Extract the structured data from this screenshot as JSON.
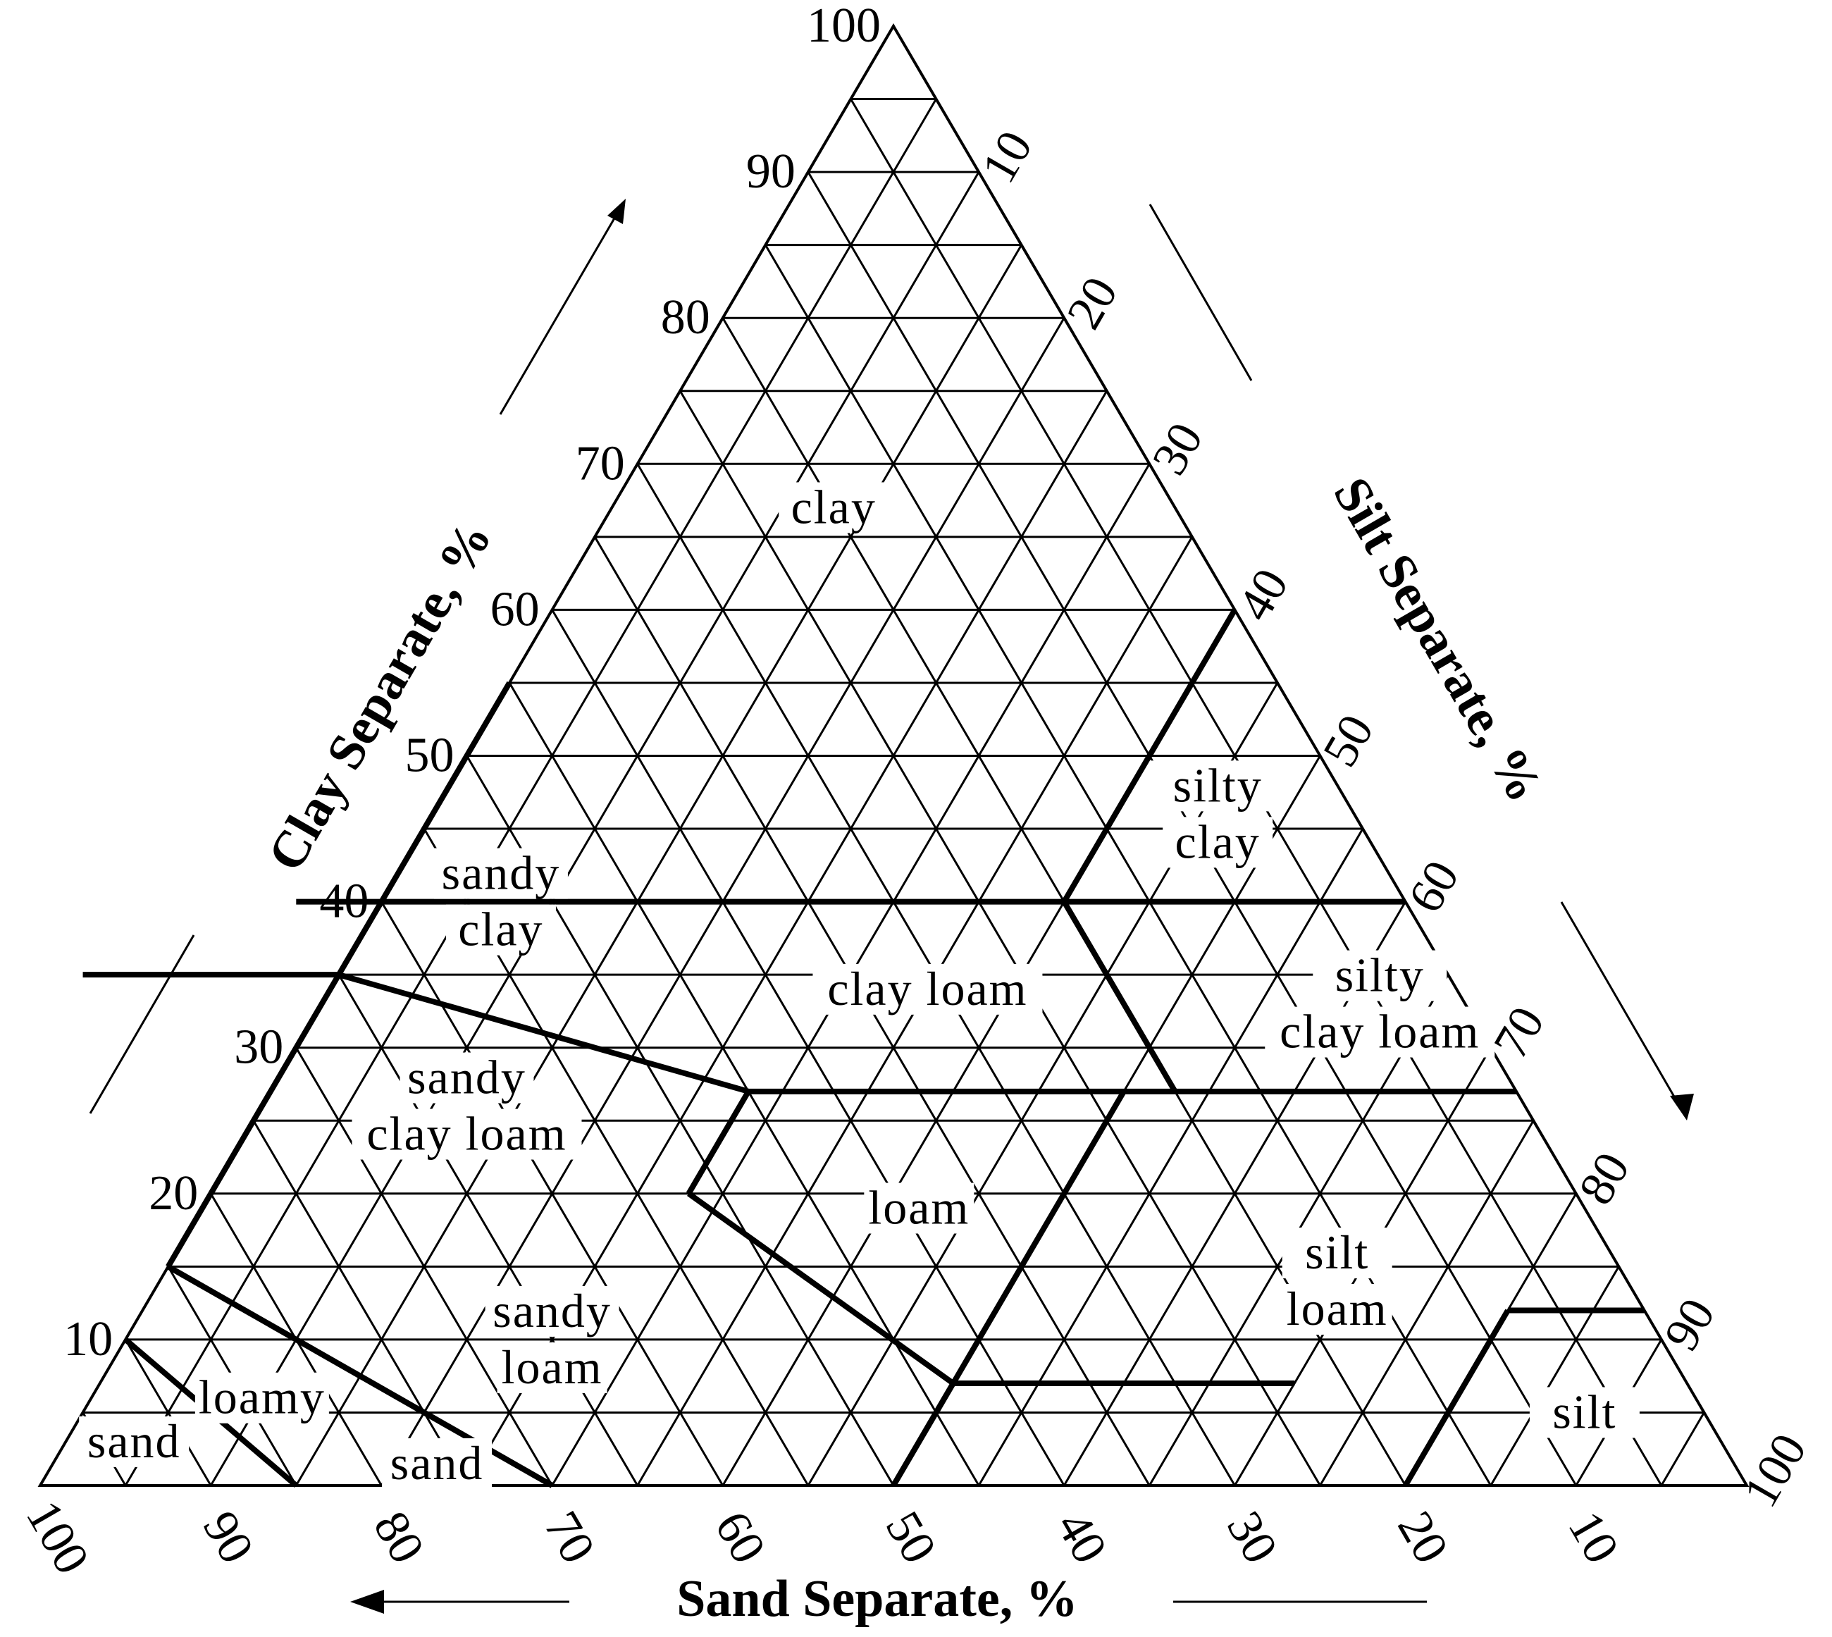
{
  "chart_data": {
    "type": "ternary",
    "axes": {
      "clay": {
        "title": "Clay Separate, %",
        "ticks": [
          "10",
          "20",
          "30",
          "40",
          "50",
          "60",
          "70",
          "80",
          "90",
          "100"
        ]
      },
      "silt": {
        "title": "Silt Separate, %",
        "ticks": [
          "10",
          "20",
          "30",
          "40",
          "50",
          "60",
          "70",
          "80",
          "90",
          "100"
        ]
      },
      "sand": {
        "title": "Sand Separate, %",
        "ticks": [
          "100",
          "90",
          "80",
          "70",
          "60",
          "50",
          "40",
          "30",
          "20",
          "10"
        ]
      }
    },
    "grid_step": 5,
    "classes": [
      {
        "name": "clay",
        "lines": [
          "clay"
        ],
        "at": [
          20,
          67
        ]
      },
      {
        "name": "silty clay",
        "lines": [
          "silty",
          "clay"
        ],
        "at": [
          8,
          46
        ]
      },
      {
        "name": "sandy clay",
        "lines": [
          "sandy",
          "clay"
        ],
        "at": [
          53,
          40
        ]
      },
      {
        "name": "clay loam",
        "lines": [
          "clay loam"
        ],
        "at": [
          31,
          34
        ]
      },
      {
        "name": "silty clay loam",
        "lines": [
          "silty",
          "clay loam"
        ],
        "at": [
          5,
          33
        ]
      },
      {
        "name": "sandy clay loam",
        "lines": [
          "sandy",
          "clay loam"
        ],
        "at": [
          62,
          26
        ]
      },
      {
        "name": "loam",
        "lines": [
          "loam"
        ],
        "at": [
          39,
          19
        ]
      },
      {
        "name": "silt loam",
        "lines": [
          "silt",
          "loam"
        ],
        "at": [
          17,
          14
        ]
      },
      {
        "name": "sandy loam",
        "lines": [
          "sandy",
          "loam"
        ],
        "at": [
          65,
          10
        ]
      },
      {
        "name": "loamy sand",
        "lines": [
          "loamy"
        ],
        "at": [
          84,
          6
        ]
      },
      {
        "name": "loamy sand",
        "lines": [
          "sand"
        ],
        "at": [
          76,
          1.5
        ]
      },
      {
        "name": "sand",
        "lines": [
          "sand"
        ],
        "at": [
          93,
          3
        ]
      },
      {
        "name": "silt",
        "lines": [
          "silt"
        ],
        "at": [
          7,
          5
        ]
      }
    ],
    "boundaries": [
      [
        [
          45,
          55
        ],
        [
          65,
          35
        ]
      ],
      [
        [
          0,
          60
        ],
        [
          20,
          40
        ]
      ],
      [
        [
          0,
          40
        ],
        [
          65,
          40
        ]
      ],
      [
        [
          20,
          40
        ],
        [
          20,
          27
        ]
      ],
      [
        [
          65,
          35
        ],
        [
          45,
          27
        ]
      ],
      [
        [
          65,
          35
        ],
        [
          80,
          20
        ]
      ],
      [
        [
          80,
          35
        ],
        [
          65,
          35
        ]
      ],
      [
        [
          45,
          27
        ],
        [
          0,
          27
        ]
      ],
      [
        [
          45,
          27
        ],
        [
          52,
          20
        ]
      ],
      [
        [
          80,
          20
        ],
        [
          85,
          15
        ]
      ],
      [
        [
          52,
          20
        ],
        [
          43,
          7
        ]
      ],
      [
        [
          85,
          15
        ],
        [
          70,
          0
        ]
      ],
      [
        [
          43,
          7
        ],
        [
          50,
          0
        ]
      ],
      [
        [
          23,
          7
        ],
        [
          43,
          7
        ]
      ],
      [
        [
          50,
          0
        ],
        [
          23,
          27
        ]
      ],
      [
        [
          20,
          0
        ],
        [
          8,
          12
        ]
      ],
      [
        [
          8,
          12
        ],
        [
          0,
          12
        ]
      ],
      [
        [
          85,
          15
        ],
        [
          70,
          0
        ]
      ],
      [
        [
          90,
          10
        ],
        [
          85,
          0
        ]
      ]
    ]
  }
}
